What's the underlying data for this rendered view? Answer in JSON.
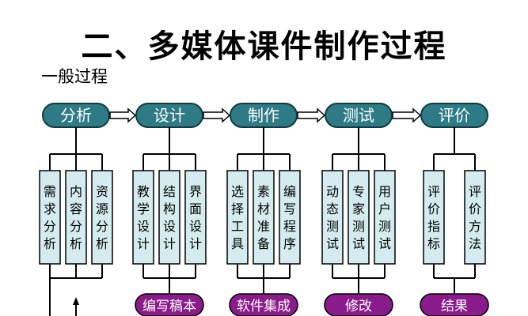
{
  "title": "二、多媒体课件制作过程",
  "subtitle": "一般过程",
  "colors": {
    "stage_fill": "#2e7b86",
    "stage_border": "#0f3c42",
    "subbox_fill": "#d4ecef",
    "pill_fill": "#8a1b8a",
    "arrow_fill": "#ffffff",
    "line": "#000000"
  },
  "stages": [
    {
      "label": "分析",
      "subtasks": [
        "需求分析",
        "内容分析",
        "资源分析"
      ],
      "result": ""
    },
    {
      "label": "设计",
      "subtasks": [
        "教学设计",
        "结构设计",
        "界面设计"
      ],
      "result": "编写稿本"
    },
    {
      "label": "制作",
      "subtasks": [
        "选择工具",
        "素材准备",
        "编写程序"
      ],
      "result": "软件集成"
    },
    {
      "label": "测试",
      "subtasks": [
        "动态测试",
        "专家测试",
        "用户测试"
      ],
      "result": "修改"
    },
    {
      "label": "评价",
      "subtasks": [
        "评价指标",
        "评价方法"
      ],
      "result": "结果"
    }
  ]
}
